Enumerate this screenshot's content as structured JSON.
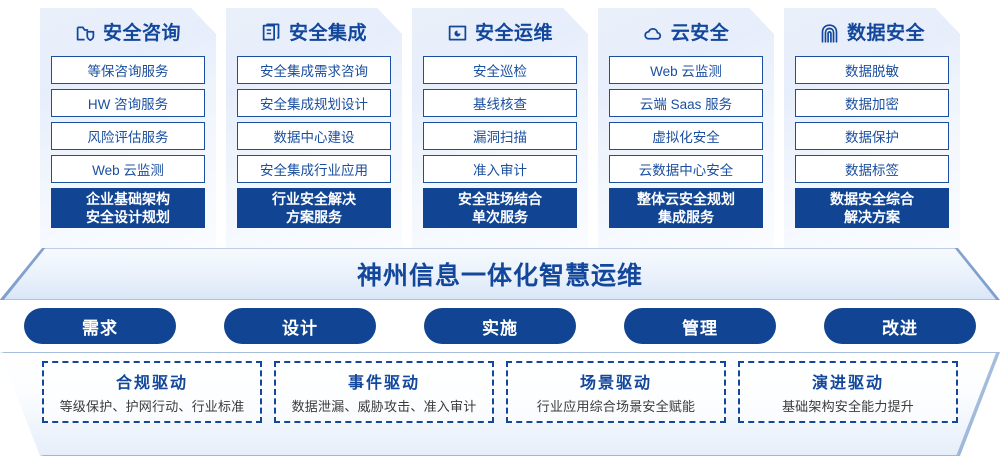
{
  "columns": [
    {
      "icon": "folder-shield-icon",
      "title": "安全咨询",
      "items": [
        "等保咨询服务",
        "HW 咨询服务",
        "风险评估服务",
        "Web 云监测"
      ],
      "highlight": [
        "企业基础架构",
        "安全设计规划"
      ]
    },
    {
      "icon": "documents-stack-icon",
      "title": "安全集成",
      "items": [
        "安全集成需求咨询",
        "安全集成规划设计",
        "数据中心建设",
        "安全集成行业应用"
      ],
      "highlight": [
        "行业安全解决",
        "方案服务"
      ]
    },
    {
      "icon": "monitor-chart-icon",
      "title": "安全运维",
      "items": [
        "安全巡检",
        "基线核查",
        "漏洞扫描",
        "准入审计"
      ],
      "highlight": [
        "安全驻场结合",
        "单次服务"
      ]
    },
    {
      "icon": "cloud-icon",
      "title": "云安全",
      "items": [
        "Web 云监测",
        "云端 Saas 服务",
        "虚拟化安全",
        "云数据中心安全"
      ],
      "highlight": [
        "整体云安全规划",
        "集成服务"
      ]
    },
    {
      "icon": "fingerprint-icon",
      "title": "数据安全",
      "items": [
        "数据脱敏",
        "数据加密",
        "数据保护",
        "数据标签"
      ],
      "highlight": [
        "数据安全综合",
        "解决方案"
      ]
    }
  ],
  "banner": {
    "text": "神州信息一体化智慧运维"
  },
  "pills": [
    {
      "label": "需求"
    },
    {
      "label": "设计"
    },
    {
      "label": "实施"
    },
    {
      "label": "管理"
    },
    {
      "label": "改进"
    }
  ],
  "drivers": [
    {
      "title": "合规驱动",
      "subtitle": "等级保护、护网行动、行业标准"
    },
    {
      "title": "事件驱动",
      "subtitle": "数据泄漏、威胁攻击、准入审计"
    },
    {
      "title": "场景驱动",
      "subtitle": "行业应用综合场景安全赋能"
    },
    {
      "title": "演进驱动",
      "subtitle": "基础架构安全能力提升"
    }
  ],
  "colors": {
    "brand_blue": "#12479b",
    "solid_blue": "#114593",
    "border_blue": "#1b4fa0",
    "panel_bg": "#eaf0fa"
  }
}
